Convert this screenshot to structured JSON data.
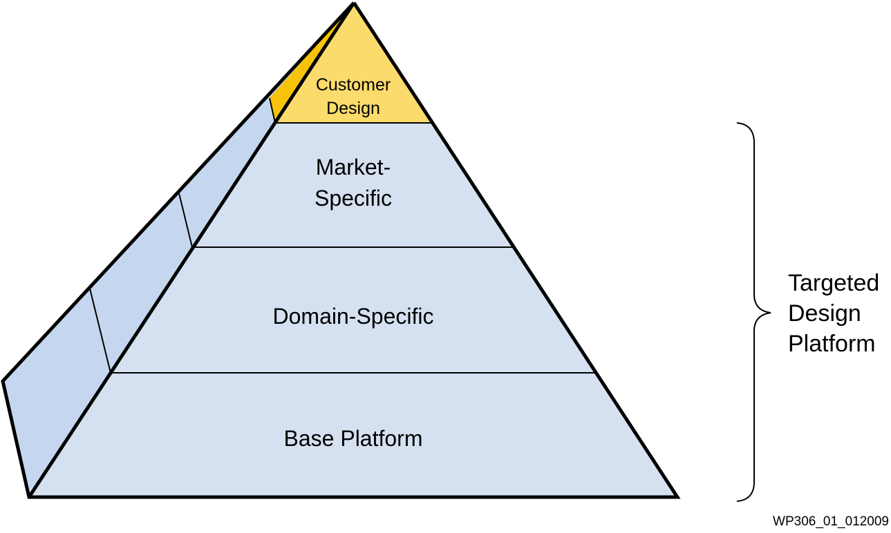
{
  "diagram": {
    "layers": [
      {
        "id": "customer-design",
        "lines": [
          "Customer",
          "Design"
        ],
        "color": "#fbdb6b"
      },
      {
        "id": "market-specific",
        "lines": [
          "Market-",
          "Specific"
        ],
        "color": "#d5e1f0"
      },
      {
        "id": "domain-specific",
        "lines": [
          "Domain-Specific"
        ],
        "color": "#d5e1f0"
      },
      {
        "id": "base-platform",
        "lines": [
          "Base Platform"
        ],
        "color": "#d5e1f0"
      }
    ],
    "side_face_color": "#c5d7ef",
    "side_face_top_color": "#f7c30a",
    "bracket_label": {
      "lines": [
        "Targeted",
        "Design",
        "Platform"
      ]
    },
    "figure_code": "WP306_01_012009"
  }
}
